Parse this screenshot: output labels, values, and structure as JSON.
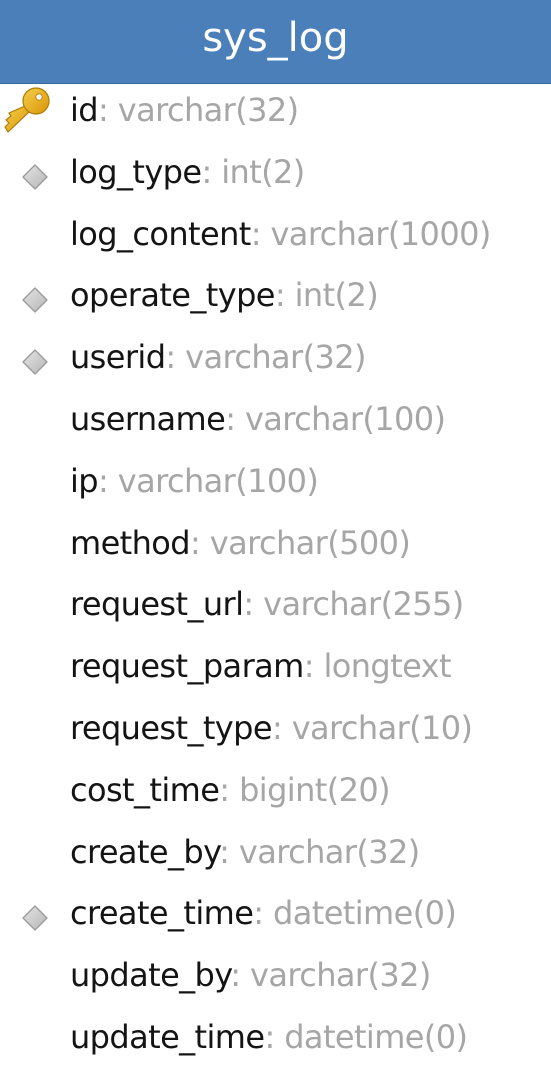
{
  "table": {
    "title": "sys_log",
    "fields": [
      {
        "name": "id",
        "sep": ": ",
        "type": "varchar(32)",
        "icon": "key-icon"
      },
      {
        "name": "log_type",
        "sep": ": ",
        "type": "int(2)",
        "icon": "diamond-icon"
      },
      {
        "name": "log_content",
        "sep": ": ",
        "type": "varchar(1000)",
        "icon": ""
      },
      {
        "name": "operate_type",
        "sep": ": ",
        "type": "int(2)",
        "icon": "diamond-icon"
      },
      {
        "name": "userid",
        "sep": ": ",
        "type": "varchar(32)",
        "icon": "diamond-icon"
      },
      {
        "name": "username",
        "sep": ": ",
        "type": "varchar(100)",
        "icon": ""
      },
      {
        "name": "ip",
        "sep": ": ",
        "type": "varchar(100)",
        "icon": ""
      },
      {
        "name": "method",
        "sep": ": ",
        "type": "varchar(500)",
        "icon": ""
      },
      {
        "name": "request_url",
        "sep": ": ",
        "type": "varchar(255)",
        "icon": ""
      },
      {
        "name": "request_param",
        "sep": ": ",
        "type": "longtext",
        "icon": ""
      },
      {
        "name": "request_type",
        "sep": ": ",
        "type": "varchar(10)",
        "icon": ""
      },
      {
        "name": "cost_time",
        "sep": ": ",
        "type": "bigint(20)",
        "icon": ""
      },
      {
        "name": "create_by",
        "sep": ": ",
        "type": "varchar(32)",
        "icon": ""
      },
      {
        "name": "create_time",
        "sep": ": ",
        "type": "datetime(0)",
        "icon": "diamond-icon"
      },
      {
        "name": "update_by",
        "sep": ": ",
        "type": "varchar(32)",
        "icon": ""
      },
      {
        "name": "update_time",
        "sep": ": ",
        "type": "datetime(0)",
        "icon": ""
      }
    ]
  },
  "colors": {
    "header_bg": "#4a7fb9",
    "header_text": "#ffffff",
    "field_name": "#141414",
    "field_type": "#a6a6a6",
    "key_gold": "#e8a817",
    "index_grey": "#c8c8c8"
  }
}
